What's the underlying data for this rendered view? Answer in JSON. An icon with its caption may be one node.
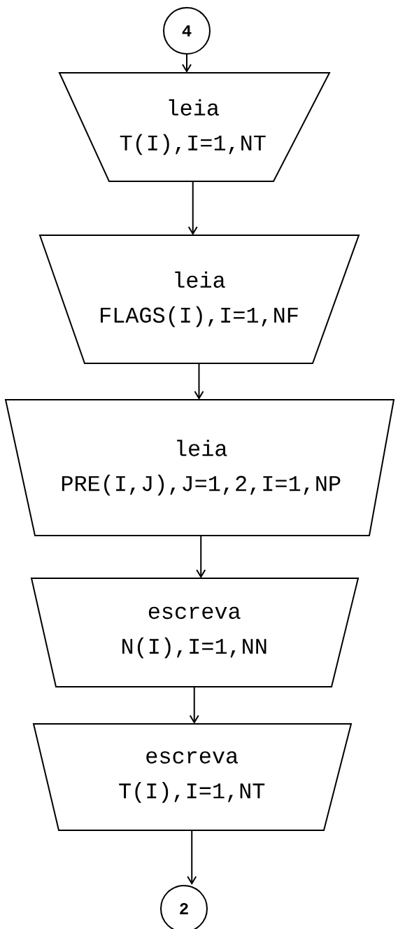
{
  "diagram": {
    "nodes": [
      {
        "text": [
          "4"
        ]
      },
      {
        "text": [
          "leia",
          "T(I),I=1,NT"
        ]
      },
      {
        "text": [
          "leia",
          "FLAGS(I),I=1,NF"
        ]
      },
      {
        "text": [
          "leia",
          "PRE(I,J),J=1,2,I=1,NP"
        ]
      },
      {
        "text": [
          "escreva",
          "N(I),I=1,NN"
        ]
      },
      {
        "text": [
          "escreva",
          "T(I),I=1,NT"
        ]
      },
      {
        "text": [
          "2"
        ]
      }
    ],
    "edges": [
      {
        "from": 0,
        "to": 1,
        "arrow": "to"
      },
      {
        "from": 1,
        "to": 2,
        "arrow": "to"
      },
      {
        "from": 2,
        "to": 3,
        "arrow": "to"
      },
      {
        "from": 3,
        "to": 4,
        "arrow": "to"
      },
      {
        "from": 4,
        "to": 5,
        "arrow": "to"
      },
      {
        "from": 5,
        "to": 6,
        "arrow": "to"
      }
    ]
  }
}
